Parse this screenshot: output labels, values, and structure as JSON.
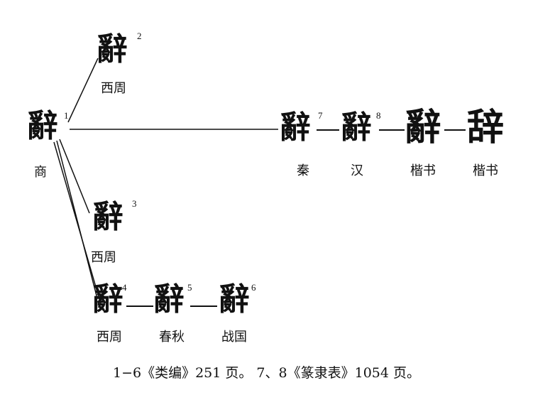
{
  "forms": [
    {
      "number": "1",
      "period": "商"
    },
    {
      "number": "2",
      "period": "西周"
    },
    {
      "number": "3",
      "period": "西周"
    },
    {
      "number": "4",
      "period": "西周"
    },
    {
      "number": "5",
      "period": "春秋"
    },
    {
      "number": "6",
      "period": "战国"
    },
    {
      "number": "7",
      "period": "秦"
    },
    {
      "number": "8",
      "period": "汉"
    },
    {
      "period": "楷书",
      "char": "辭"
    },
    {
      "period": "楷书",
      "char": "辞"
    }
  ],
  "caption": "1−6《类编》251 页。 7、8《篆隶表》1054 页。",
  "colors": {
    "ink": "#111111",
    "background": "#ffffff"
  }
}
